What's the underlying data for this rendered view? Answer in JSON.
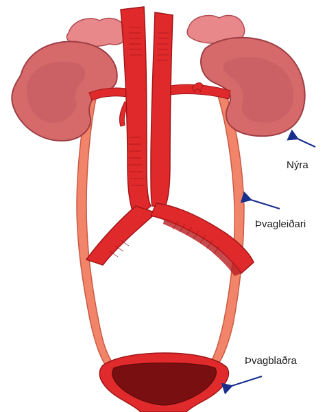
{
  "labels": {
    "kidney": "Nýra",
    "ureter": "Þvagleiðari",
    "bladder": "Þvagblaðra"
  },
  "colors": {
    "kidney_fill": "#d66a6a",
    "kidney_shade": "#b84f53",
    "adrenal": "#e8888a",
    "artery": "#e0292b",
    "artery_dark": "#a11618",
    "ureter": "#f2846a",
    "bladder_wall": "#e02a2c",
    "bladder_inner": "#7a0f12",
    "pointer": "#1a2e8c"
  }
}
